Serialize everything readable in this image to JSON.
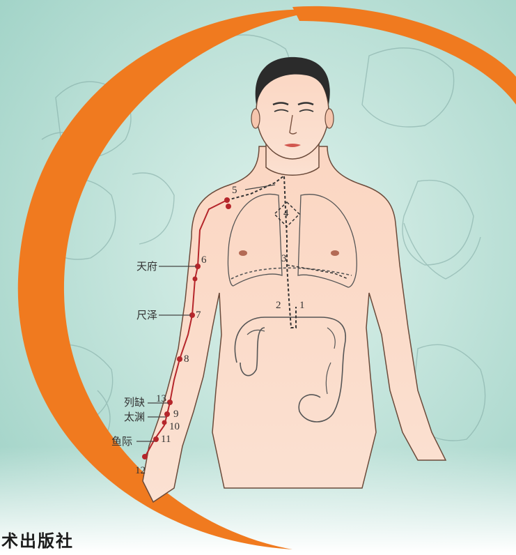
{
  "meridian_points": {
    "p1": "1",
    "p2": "2",
    "p3": "3",
    "p4": "4",
    "p5": "5",
    "p6": "6",
    "p7": "7",
    "p8": "8",
    "p9": "9",
    "p10": "10",
    "p11": "11",
    "p12": "12",
    "p13": "13"
  },
  "acupoint_labels": {
    "tianfu": "天府",
    "chize": "尺泽",
    "lieque": "列缺",
    "taiyuan": "太渊",
    "yuji": "鱼际"
  },
  "publisher_text": "术出版社",
  "colors": {
    "background": "#bfe3da",
    "arc": "#f07a1f",
    "skin": "#fbd8c4",
    "meridian": "#b5262b",
    "line": "#555555"
  }
}
